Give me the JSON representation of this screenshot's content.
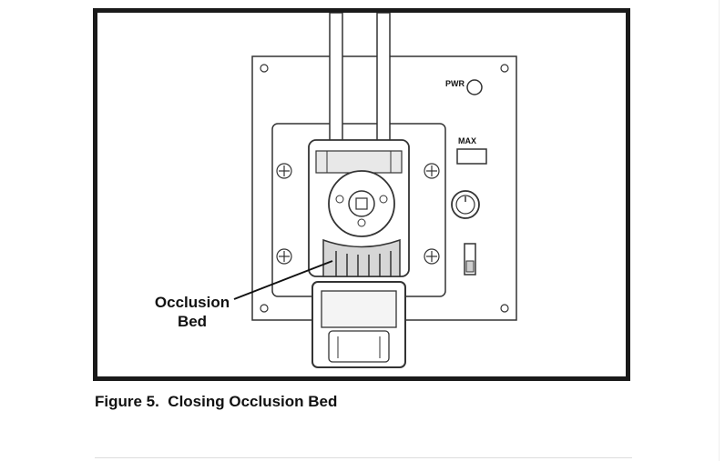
{
  "figure": {
    "caption": "Figure 5.  Closing Occlusion Bed",
    "callout_line1": "Occlusion",
    "callout_line2": "Bed",
    "panel_labels": {
      "power": "PWR",
      "max": "MAX"
    }
  }
}
